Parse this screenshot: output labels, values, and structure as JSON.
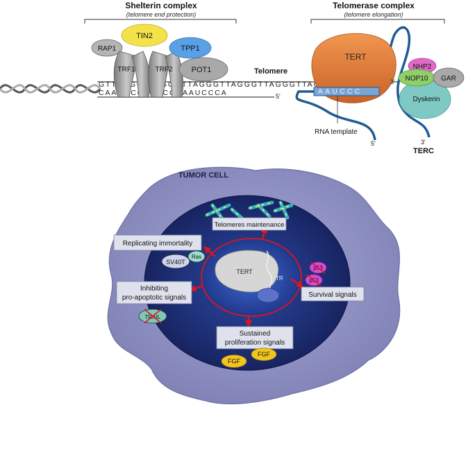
{
  "shelterin": {
    "title": "Shelterin complex",
    "subtitle": "(telomere end protection)",
    "proteins": {
      "rap1": "RAP1",
      "tin2": "TIN2",
      "tpp1": "TPP1",
      "trf1": "TRF1",
      "trf2": "TRF2",
      "pot1": "POT1"
    }
  },
  "telomerase": {
    "title": "Telomerase complex",
    "subtitle": "(telomere elongation)",
    "proteins": {
      "tert": "TERT",
      "nhp2": "NHP2",
      "nop10": "NOP10",
      "gar": "GAR",
      "dyskerin": "Dyskerin"
    },
    "rna_template_label": "RNA template",
    "template_seq": "AAUCCC",
    "terc_label": "TERC",
    "end_3_top": "3'",
    "end_5_rna": "5'",
    "end_3_rna": "3'"
  },
  "dna": {
    "telomere_label": "Telomere",
    "top_strand": "GTTAGGGTTAGGGTTAGGGTTAGGGTTAGGGTTAGGG",
    "bottom_strand": "CAAUCCCAAUCCCAAUCCCA",
    "end_5_bottom": "5'"
  },
  "tumor_cell": {
    "title": "TUMOR CELL",
    "boxes": {
      "telomeres": "Telomeres maintenance",
      "replicating": "Replicating immortality",
      "inhibiting": "Inhibiting\npro-apoptotic signals",
      "survival": "Survival signals",
      "sustained": "Sustained\nproliferation signals"
    },
    "molecules": {
      "sv40t": "SV40T",
      "ras": "Ras",
      "p53_a": "p53",
      "p53_b": "p53",
      "trail": "TRAIL",
      "fgf_a": "FGF",
      "fgf_b": "FGF"
    },
    "center": {
      "tert": "TERT",
      "tr": "TR"
    }
  },
  "colors": {
    "tin2": "#f3e24a",
    "tpp1": "#5aa0e6",
    "grey_protein": "#a9a9a9",
    "tert": "#e67f3c",
    "nhp2": "#e06ac7",
    "nop10": "#8fce6a",
    "dyskerin": "#7ec9c4",
    "rna": "#1f5b94",
    "cell_outer": "#8e8fc2",
    "nucleus": "#223273",
    "arrow": "#e0141e",
    "box_fill": "#dfe2ec",
    "fgf": "#f2c520",
    "p53": "#d84ad2",
    "ras": "#9be0cf"
  }
}
